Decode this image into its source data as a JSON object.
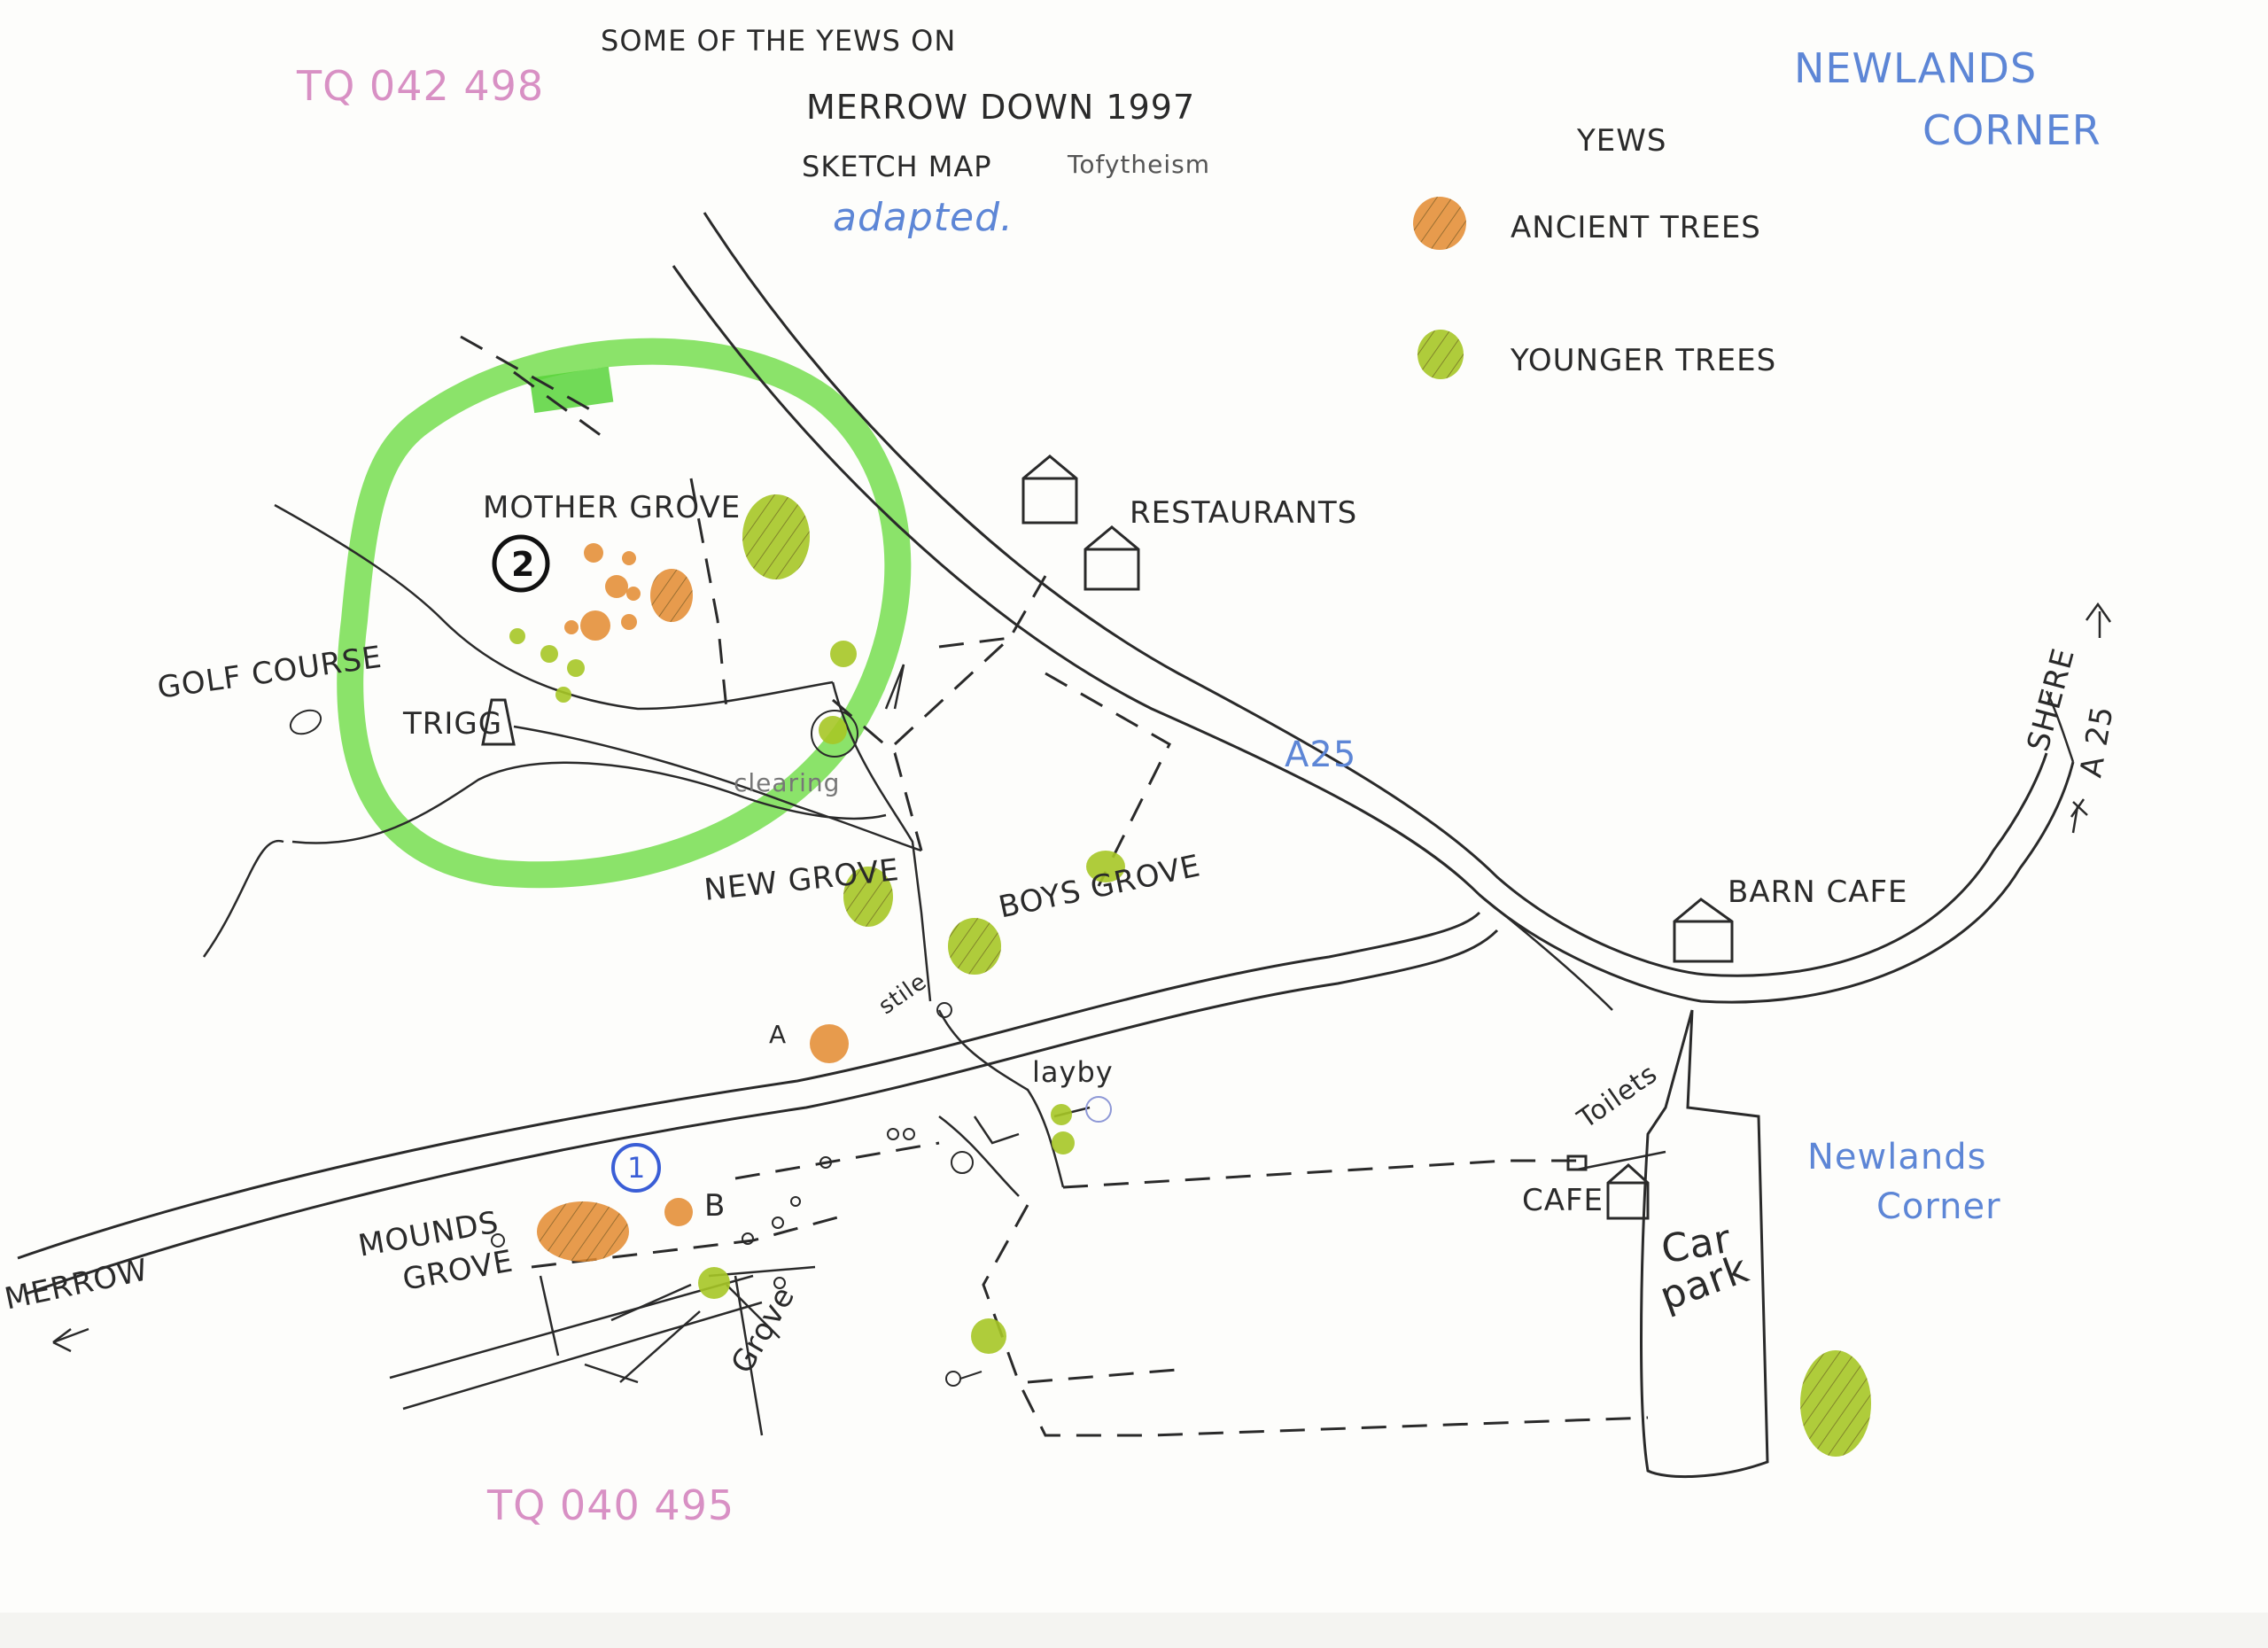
{
  "title": {
    "line1": "SOME OF THE YEWS ON",
    "line2": "MERROW DOWN 1997",
    "line3": "SKETCH MAP",
    "line3_note": "Tofytheism",
    "adapted": "adapted."
  },
  "grid_refs": {
    "top": "TQ 042 498",
    "bottom": "TQ 040 495"
  },
  "location_title": {
    "line1": "NEWLANDS",
    "line2": "CORNER"
  },
  "legend": {
    "title": "YEWS",
    "items": [
      {
        "label": "ANCIENT TREES",
        "color": "#e38a2e"
      },
      {
        "label": "YOUNGER TREES",
        "color": "#a6c726"
      }
    ]
  },
  "places": {
    "mother_grove": "MOTHER GROVE",
    "golf_course": "GOLF COURSE",
    "trigg": "TRIGG",
    "clearing": "clearing",
    "new_grove": "NEW GROVE",
    "boys_grove": "BOYS GROVE",
    "restaurants": "RESTAURANTS",
    "a25_road": "A25",
    "shere": "SHERE",
    "shere_road": "A 25",
    "barn_cafe": "BARN CAFE",
    "stile": "stile",
    "layby": "layby",
    "toilets": "Toilets",
    "cafe": "CAFE",
    "car_park_1": "Car",
    "car_park_2": "park",
    "newlands_corner_1": "Newlands",
    "newlands_corner_2": "Corner",
    "mounds_grove_1": "MOUNDS",
    "mounds_grove_2": "GROVE",
    "grove": "Grove",
    "merrow": "MERROW",
    "marker_a": "A",
    "marker_b": "B"
  },
  "markers": {
    "one": "1",
    "two": "2"
  },
  "colors": {
    "ink": "#2a2a2a",
    "highlight_green": "#7ee05a",
    "ancient": "#e38a2e",
    "younger": "#a6c726",
    "pink_ref": "#d890c4",
    "blue_ref": "#5d86d6"
  }
}
